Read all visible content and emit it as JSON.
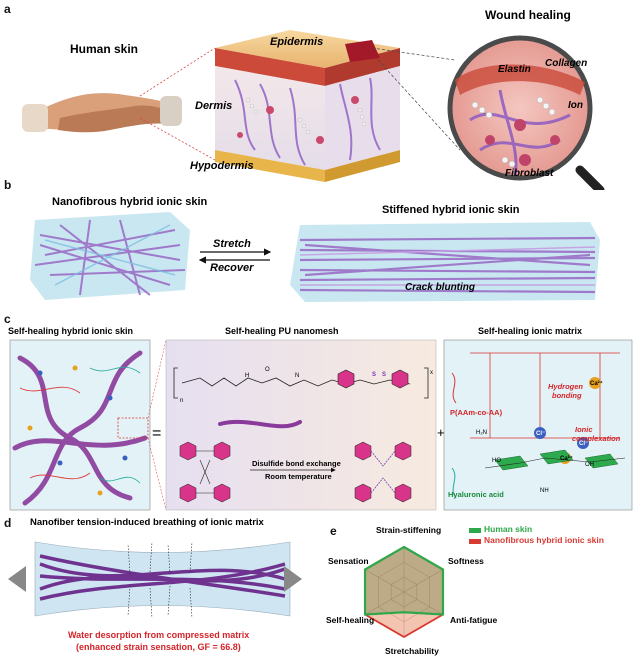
{
  "panel_a": {
    "letter": "a",
    "human_skin": "Human skin",
    "epidermis": "Epidermis",
    "dermis": "Dermis",
    "hypodermis": "Hypodermis",
    "wound_healing": "Wound healing",
    "elastin": "Elastin",
    "collagen": "Collagen",
    "ion": "Ion",
    "fibroblast": "Fibroblast"
  },
  "panel_b": {
    "letter": "b",
    "nanofibrous": "Nanofibrous hybrid ionic skin",
    "stiffened": "Stiffened hybrid ionic skin",
    "stretch": "Stretch",
    "recover": "Recover",
    "crack_blunting": "Crack blunting"
  },
  "panel_c": {
    "letter": "c",
    "title_left": "Self-healing hybrid ionic skin",
    "title_mid": "Self-healing PU nanomesh",
    "title_right": "Self-healing ionic matrix",
    "equals": "=",
    "plus": "+",
    "disulfide": "Disulfide bond exchange",
    "room_temp": "Room temperature",
    "hydrogen": "Hydrogen",
    "bonding": "bonding",
    "ionic": "Ionic",
    "complexation": "complexation",
    "paam": "P(AAm-co-AA)",
    "hyaluronic": "Hyaluronic acid",
    "ca": "Ca²⁺",
    "cl": "Cl⁻",
    "n_sub": "n",
    "x_sub": "x",
    "s": "S",
    "o": "O",
    "h": "H",
    "nh": "NH",
    "oh": "OH",
    "ho": "HO",
    "h2n": "H₂N",
    "n_atom": "N"
  },
  "panel_d": {
    "letter": "d",
    "title": "Nanofiber tension-induced breathing of ionic matrix",
    "desc1": "Water desorption from compressed matrix",
    "desc2": "(enhanced strain sensation, GF = 66.8)"
  },
  "panel_e": {
    "letter": "e",
    "legend_human": "Human skin",
    "legend_hybrid": "Nanofibrous hybrid ionic skin",
    "axis_top": "Strain-stiffening",
    "axis_upper_right": "Softness",
    "axis_lower_right": "Anti-fatigue",
    "axis_bottom": "Stretchability",
    "axis_lower_left": "Self-healing",
    "axis_upper_left": "Sensation"
  },
  "colors": {
    "human_green": "#2ea84a",
    "hybrid_red": "#d83a32",
    "fiber_purple": "#8a3a9a",
    "matrix_blue": "#bfe3ef",
    "accent_red": "#d4242a"
  },
  "chart_data": {
    "type": "radar",
    "axes": [
      "Strain-stiffening",
      "Softness",
      "Anti-fatigue",
      "Stretchability",
      "Self-healing",
      "Sensation"
    ],
    "max": 1,
    "series": [
      {
        "name": "Human skin",
        "values": [
          1.0,
          1.0,
          1.0,
          0.45,
          1.0,
          1.0
        ]
      },
      {
        "name": "Nanofibrous hybrid ionic skin",
        "values": [
          1.0,
          1.0,
          1.0,
          1.0,
          1.0,
          1.0
        ]
      }
    ]
  }
}
